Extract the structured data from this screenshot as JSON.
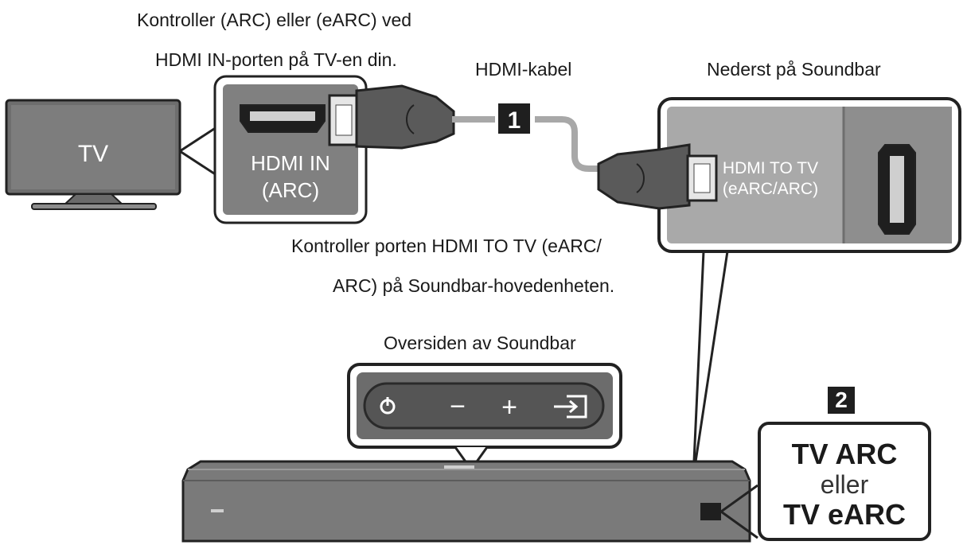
{
  "labels": {
    "tv_port_line1": "Kontroller (ARC) eller (eARC) ved",
    "tv_port_line2": "HDMI IN-porten på TV-en din.",
    "cable": "HDMI-kabel",
    "soundbar_bottom": "Nederst på Soundbar",
    "check_port_line1": "Kontroller porten HDMI TO TV (eARC/",
    "check_port_line2": "ARC) på Soundbar-hovedenheten.",
    "soundbar_top": "Oversiden av Soundbar"
  },
  "tv": {
    "label": "TV"
  },
  "tv_port": {
    "line1": "HDMI IN",
    "line2": "(ARC)"
  },
  "soundbar_port": {
    "line1": "HDMI TO TV",
    "line2": "(eARC/ARC)"
  },
  "steps": {
    "step1": "1",
    "step2": "2"
  },
  "mode": {
    "line1": "TV ARC",
    "line2": "eller",
    "line3": "TV eARC"
  },
  "buttons": {
    "power": "power-icon",
    "minus": "−",
    "plus": "+",
    "source": "source-icon"
  },
  "colors": {
    "port_panel": "#808080",
    "dark_gray": "#5a5a5a",
    "cable": "#a8a8a8",
    "outline": "#222222"
  }
}
